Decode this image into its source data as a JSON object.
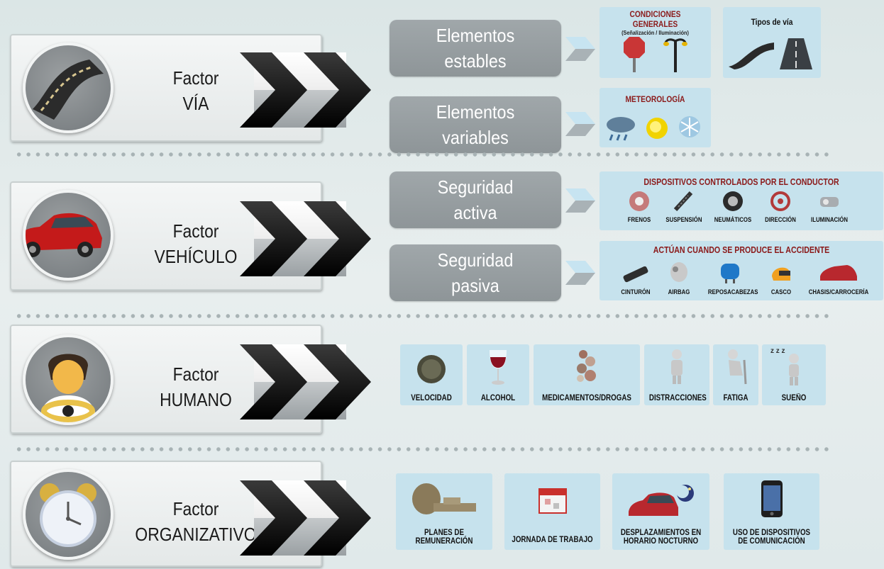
{
  "factors": [
    {
      "line1": "Factor",
      "line2": "VÍA",
      "icon": "road-icon"
    },
    {
      "line1": "Factor",
      "line2": "VEHÍCULO",
      "icon": "car-icon"
    },
    {
      "line1": "Factor",
      "line2": "HUMANO",
      "icon": "driver-icon"
    },
    {
      "line1": "Factor",
      "line2": "ORGANIZATIVO",
      "icon": "alarm-clock-icon"
    }
  ],
  "via": {
    "buttons": [
      {
        "line1": "Elementos",
        "line2": "estables"
      },
      {
        "line1": "Elementos",
        "line2": "variables"
      }
    ],
    "condiciones": {
      "title": "CONDICIONES GENERALES",
      "subtitle": "(Señalización / Iluminación)"
    },
    "tipos": {
      "title": "Tipos de vía"
    },
    "meteorologia": {
      "title": "METEOROLOGÍA"
    }
  },
  "vehiculo": {
    "buttons": [
      {
        "line1": "Seguridad",
        "line2": "activa"
      },
      {
        "line1": "Seguridad",
        "line2": "pasiva"
      }
    ],
    "activa": {
      "title": "DISPOSITIVOS CONTROLADOS POR EL CONDUCTOR",
      "items": [
        "FRENOS",
        "SUSPENSIÓN",
        "NEUMÁTICOS",
        "DIRECCIÓN",
        "ILUMINACIÓN"
      ]
    },
    "pasiva": {
      "title": "ACTÚAN CUANDO SE PRODUCE EL ACCIDENTE",
      "items": [
        "CINTURÓN",
        "AIRBAG",
        "REPOSACABEZAS",
        "CASCO",
        "CHASIS/CARROCERÍA"
      ]
    }
  },
  "humano": {
    "items": [
      "VELOCIDAD",
      "ALCOHOL",
      "MEDICAMENTOS/DROGAS",
      "DISTRACCIONES",
      "FATIGA",
      "SUEÑO"
    ],
    "sleep_text": "z z z"
  },
  "organizativo": {
    "items": [
      {
        "line1": "PLANES DE",
        "line2": "REMUNERACIÓN"
      },
      {
        "line1": "JORNADA DE TRABAJO",
        "line2": ""
      },
      {
        "line1": "DESPLAZAMIENTOS EN",
        "line2": "HORARIO NOCTURNO"
      },
      {
        "line1": "USO DE DISPOSITIVOS",
        "line2": "DE COMUNICACIÓN"
      }
    ]
  },
  "colors": {
    "panel": "#c6e2ed",
    "title_red": "#8b1a1a",
    "button_grey": "#969da0"
  }
}
